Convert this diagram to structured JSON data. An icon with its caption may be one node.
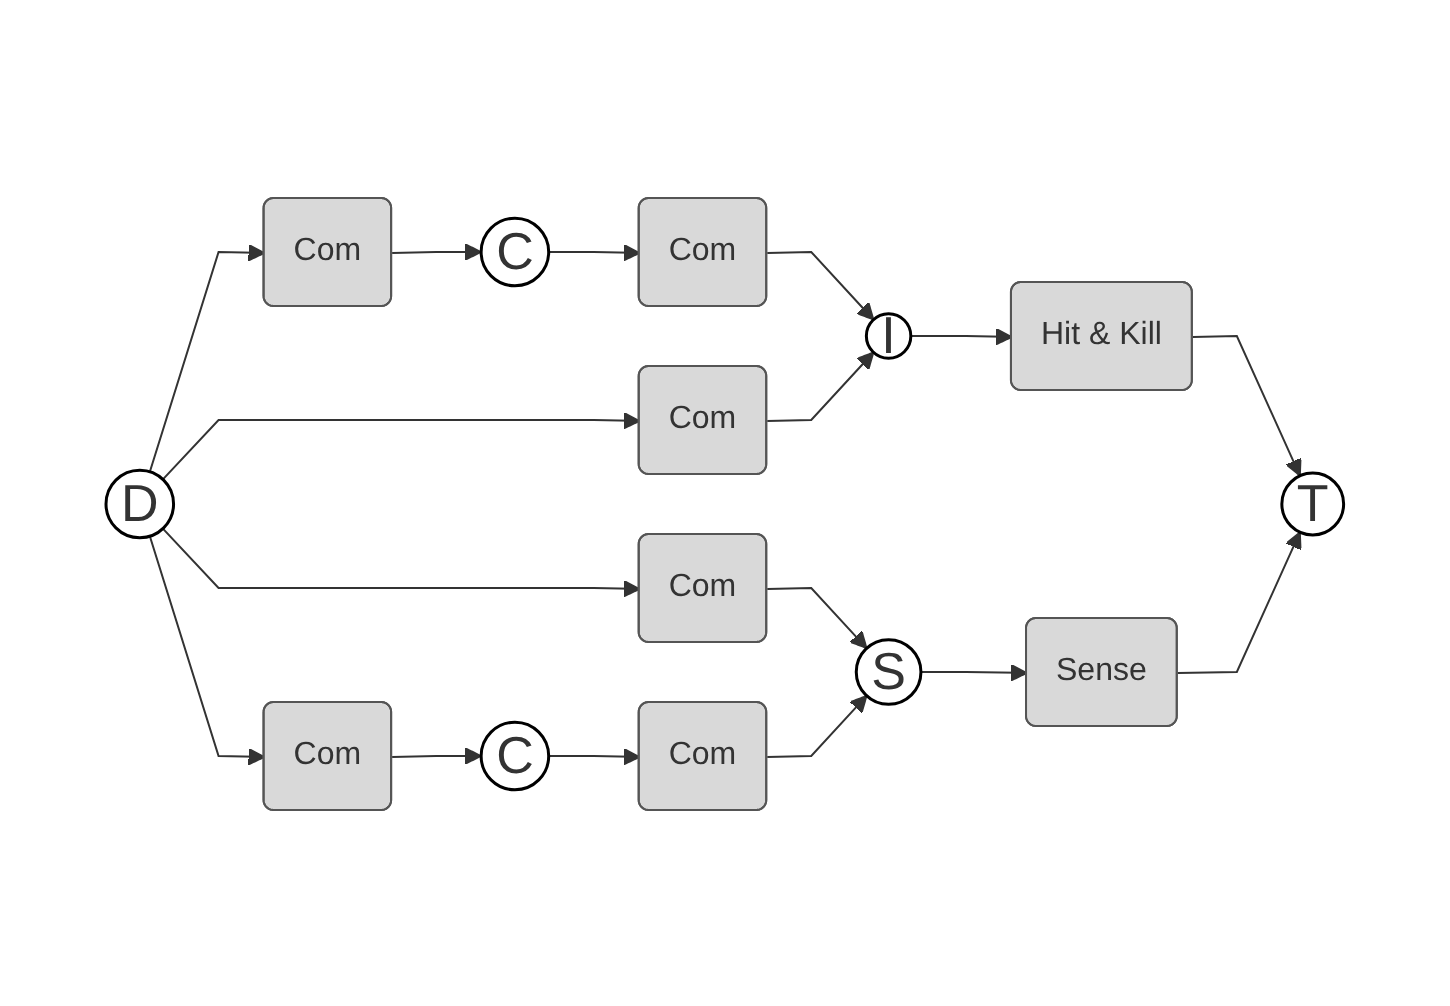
{
  "diagram": {
    "nodes": [
      {
        "text": [
          "D"
        ]
      },
      {
        "text": [
          "C"
        ]
      },
      {
        "text": [
          "Com"
        ]
      },
      {
        "text": [
          "Com"
        ]
      },
      {
        "text": [
          "I"
        ]
      },
      {
        "text": [
          "Com"
        ]
      },
      {
        "text": [
          "Hit & Kill"
        ]
      },
      {
        "text": [
          "T"
        ]
      },
      {
        "text": [
          "Com"
        ]
      },
      {
        "text": [
          "Com"
        ]
      },
      {
        "text": [
          "S"
        ]
      },
      {
        "text": [
          "Sense"
        ]
      },
      {
        "text": [
          "C"
        ]
      },
      {
        "text": [
          "Com"
        ]
      }
    ],
    "edges": [
      {
        "from": 0,
        "to": 2,
        "arrow": "to"
      },
      {
        "from": 2,
        "to": 1,
        "arrow": "to"
      },
      {
        "from": 1,
        "to": 3,
        "arrow": "to"
      },
      {
        "from": 3,
        "to": 4,
        "arrow": "to"
      },
      {
        "from": 0,
        "to": 5,
        "arrow": "to"
      },
      {
        "from": 5,
        "to": 4,
        "arrow": "to"
      },
      {
        "from": 4,
        "to": 6,
        "arrow": "to"
      },
      {
        "from": 6,
        "to": 7,
        "arrow": "to"
      },
      {
        "from": 0,
        "to": 8,
        "arrow": "to"
      },
      {
        "from": 8,
        "to": 10,
        "arrow": "to"
      },
      {
        "from": 0,
        "to": 9,
        "arrow": "to"
      },
      {
        "from": 9,
        "to": 12,
        "arrow": "to"
      },
      {
        "from": 12,
        "to": 13,
        "arrow": "to"
      },
      {
        "from": 13,
        "to": 10,
        "arrow": "to"
      },
      {
        "from": 10,
        "to": 11,
        "arrow": "to"
      },
      {
        "from": 11,
        "to": 7,
        "arrow": "to"
      }
    ]
  }
}
